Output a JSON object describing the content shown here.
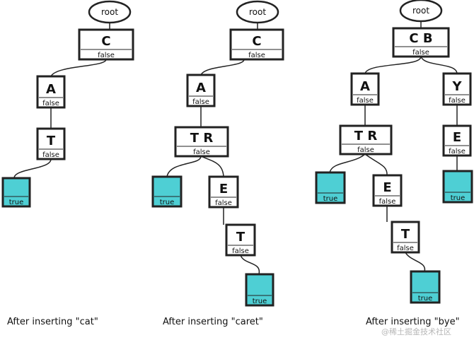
{
  "diagram": {
    "root_label": "root",
    "caption1": "After inserting \"cat\"",
    "caption2": "After inserting \"caret\"",
    "caption3": "After inserting \"bye\"",
    "watermark": "@稀土掘金技术社区",
    "word_end_color": "#4ecfd4"
  },
  "nodes": {
    "t1_c": {
      "chars": "C",
      "flag": "false"
    },
    "t1_a": {
      "chars": "A",
      "flag": "false"
    },
    "t1_t": {
      "chars": "T",
      "flag": "false"
    },
    "t1_end": {
      "chars": "",
      "flag": "true"
    },
    "t2_c": {
      "chars": "C",
      "flag": "false"
    },
    "t2_a": {
      "chars": "A",
      "flag": "false"
    },
    "t2_tr": {
      "chars": "T R",
      "flag": "false"
    },
    "t2_end_t": {
      "chars": "",
      "flag": "true"
    },
    "t2_e": {
      "chars": "E",
      "flag": "false"
    },
    "t2_t": {
      "chars": "T",
      "flag": "false"
    },
    "t2_end": {
      "chars": "",
      "flag": "true"
    },
    "t3_cb": {
      "chars": "C B",
      "flag": "false"
    },
    "t3_a": {
      "chars": "A",
      "flag": "false"
    },
    "t3_tr": {
      "chars": "T R",
      "flag": "false"
    },
    "t3_end_t": {
      "chars": "",
      "flag": "true"
    },
    "t3_e": {
      "chars": "E",
      "flag": "false"
    },
    "t3_t": {
      "chars": "T",
      "flag": "false"
    },
    "t3_end": {
      "chars": "",
      "flag": "true"
    },
    "t3_y": {
      "chars": "Y",
      "flag": "false"
    },
    "t3_ye": {
      "chars": "E",
      "flag": "false"
    },
    "t3_yend": {
      "chars": "",
      "flag": "true"
    }
  }
}
